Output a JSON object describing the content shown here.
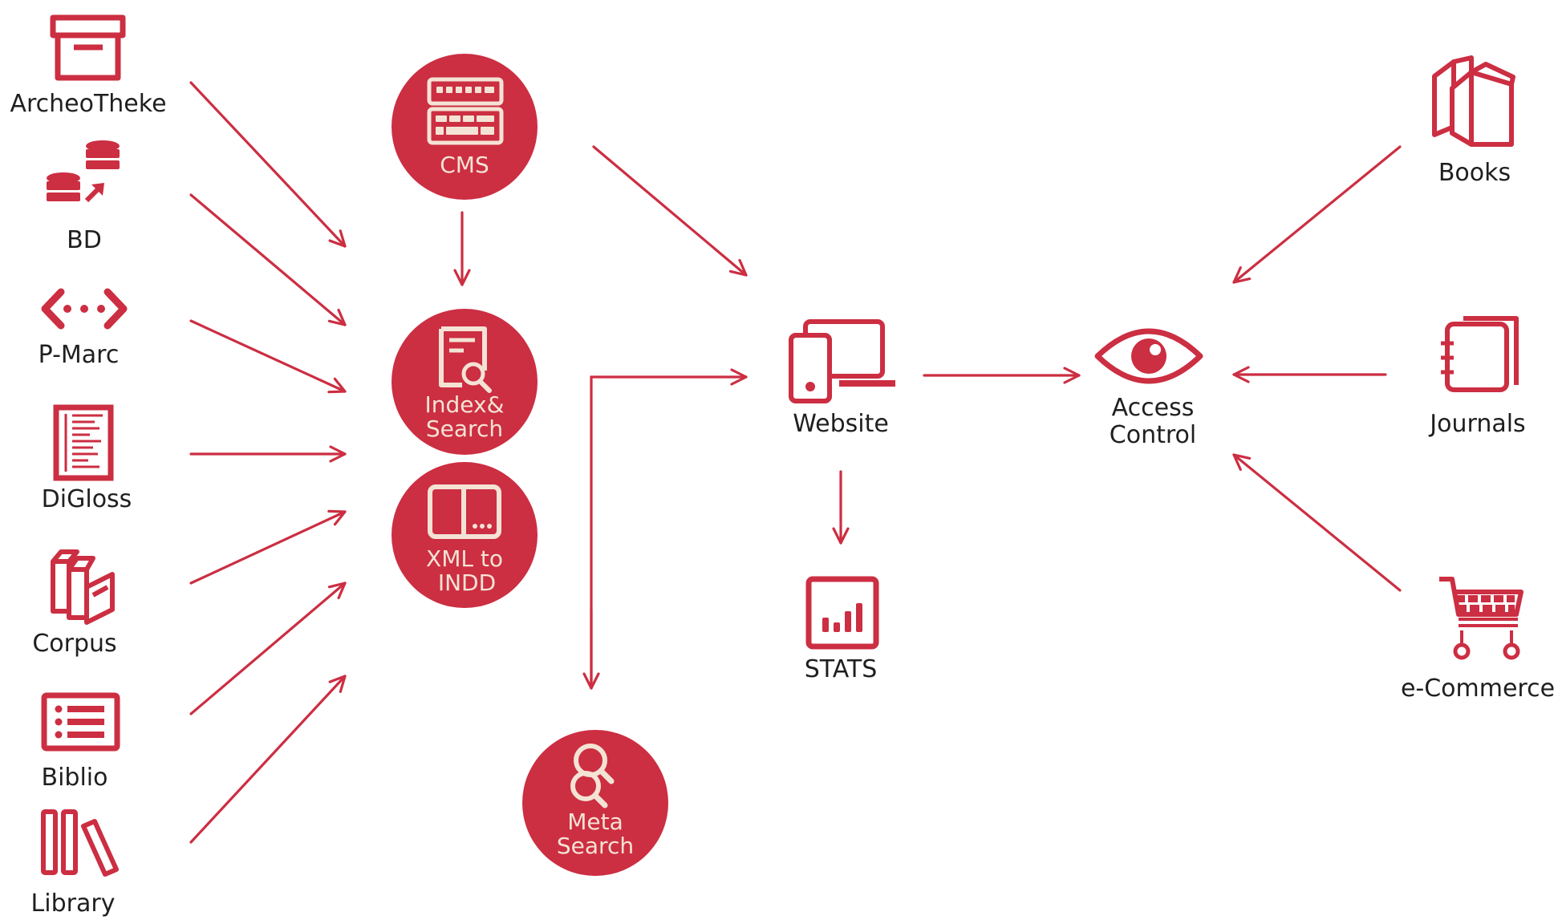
{
  "colors": {
    "accent": "#cc2e42",
    "icon_fill_light": "#f4e3d4",
    "text": "#1f1f1f"
  },
  "sources": [
    {
      "id": "archeotheke",
      "label": "ArcheoTheke",
      "icon": "archive-box-icon"
    },
    {
      "id": "bd",
      "label": "BD",
      "icon": "database-transfer-icon"
    },
    {
      "id": "pmarc",
      "label": "P-Marc",
      "icon": "code-brackets-icon"
    },
    {
      "id": "digloss",
      "label": "DiGloss",
      "icon": "glossary-book-icon"
    },
    {
      "id": "corpus",
      "label": "Corpus",
      "icon": "stacked-books-icon"
    },
    {
      "id": "biblio",
      "label": "Biblio",
      "icon": "bulleted-list-icon"
    },
    {
      "id": "library",
      "label": "Library",
      "icon": "library-spines-icon"
    }
  ],
  "processing": {
    "cms": {
      "label": "CMS",
      "icon": "server-keyboard-icon"
    },
    "index_search": {
      "line1": "Index&",
      "line2": "Search",
      "icon": "document-search-icon"
    },
    "xml_indd": {
      "line1": "XML to",
      "line2": "INDD",
      "icon": "layout-panel-icon"
    },
    "meta_search": {
      "line1": "Meta",
      "line2": "Search",
      "icon": "meta-search-icon"
    }
  },
  "website": {
    "label": "Website",
    "icon": "devices-icon"
  },
  "stats": {
    "label": "STATS",
    "icon": "bar-chart-icon"
  },
  "access_control": {
    "line1": "Access",
    "line2": "Control",
    "icon": "eye-icon"
  },
  "products": [
    {
      "id": "books",
      "label": "Books",
      "icon": "books-icon"
    },
    {
      "id": "journals",
      "label": "Journals",
      "icon": "journal-notebook-icon"
    },
    {
      "id": "ecommerce",
      "label": "e-Commerce",
      "icon": "shopping-cart-icon"
    }
  ]
}
